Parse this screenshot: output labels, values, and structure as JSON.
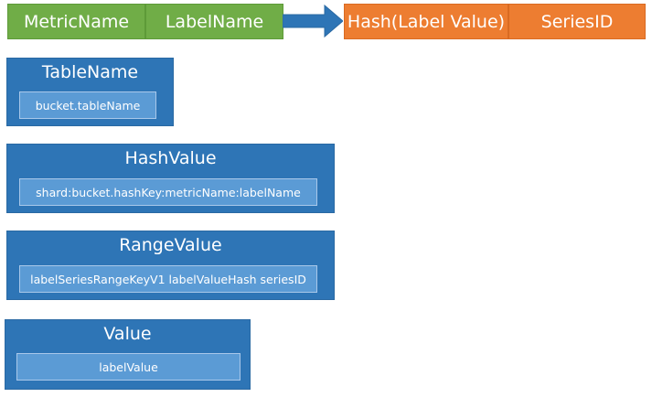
{
  "top_row": {
    "metric_name": "MetricName",
    "label_name": "LabelName",
    "hash_label_value": "Hash(Label Value)",
    "series_id": "SeriesID"
  },
  "colors": {
    "green": "#70ad47",
    "orange": "#ed7d31",
    "arrow": "#2e75b6",
    "box_dark": "#2e75b6",
    "box_light": "#5b9bd5"
  },
  "boxes": {
    "table_name": {
      "title": "TableName",
      "value": "bucket.tableName"
    },
    "hash_value": {
      "title": "HashValue",
      "value": "shard:bucket.hashKey:metricName:labelName"
    },
    "range_value": {
      "title": "RangeValue",
      "value": "labelSeriesRangeKeyV1 labelValueHash seriesID"
    },
    "value": {
      "title": "Value",
      "value": "labelValue"
    }
  }
}
